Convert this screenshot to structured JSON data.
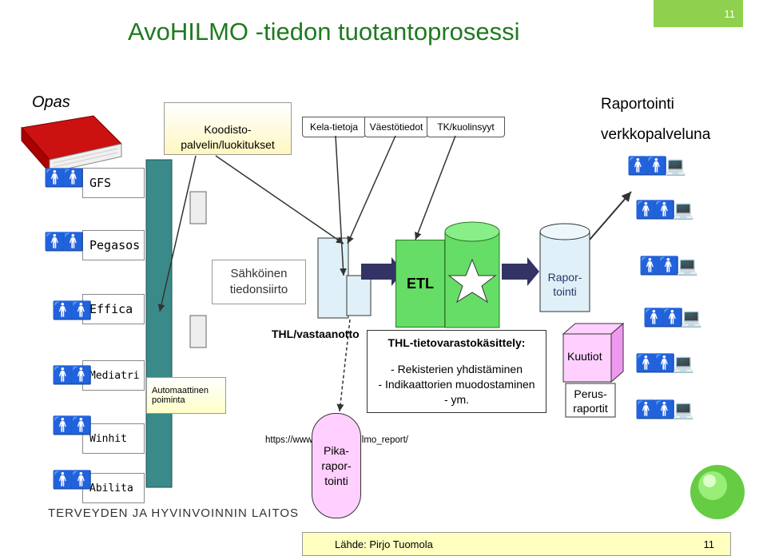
{
  "slide_number": "11",
  "title": "AvoHILMO -tiedon tuotantoprosessi",
  "opas": "Opas",
  "raportointi_title_line1": "Raportointi",
  "raportointi_title_line2": "verkkopalveluna",
  "koodisto": "Koodisto-\npalvelin/luokitukset",
  "external_sources": [
    "Kela-tietoja",
    "Väestötiedot",
    "TK/kuolinsyyt"
  ],
  "source_systems": [
    "GFS",
    "Pegasos",
    "Effica",
    "Mediatri",
    "Winhit",
    "Abilita"
  ],
  "automaattinen_poiminta": "Automaattinen\npoiminta",
  "sahkoinen_tiedonsiirto": "Sähköinen\ntiedonsiirto",
  "thl_vastaanotto": "THL/vastaanotto",
  "etl": "ETL",
  "raportointi_box": "Rapor-\ntointi",
  "tietovarasto": {
    "heading": "THL-tietovarastokäsittely:",
    "items": [
      "- Rekisterien yhdistäminen",
      "- Indikaattorien muodostaminen",
      "- ym."
    ]
  },
  "kuutiot": "Kuutiot",
  "perusraportit": "Perus-\nraportit",
  "url": "https://www2.thl.fi/avohilmo_report/",
  "pikaraportointi": "Pika-\nrapor-\ntointi",
  "organization": "TERVEYDEN JA HYVINVOINNIN LAITOS",
  "footer_source": "Lähde: Pirjo Tuomola",
  "footer_page": "11",
  "colors": {
    "title": "#1f7a1f",
    "etl": "#66dd66",
    "slide_tab": "#8fd14f",
    "pika": "#ffd0ff",
    "footer": "#ffffc0"
  }
}
